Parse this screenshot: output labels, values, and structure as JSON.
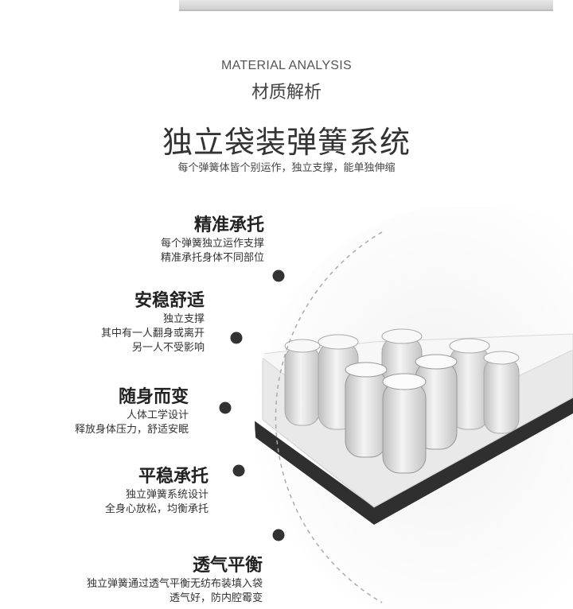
{
  "header": {
    "en": "MATERIAL ANALYSIS",
    "cn": "材质解析"
  },
  "main": {
    "title": "独立袋装弹簧系统",
    "subtitle": "每个弹簧体皆个别运作，独立支撑，能单独伸缩"
  },
  "features": [
    {
      "title": "精准承托",
      "lines": [
        "每个弹簧独立运作支撑",
        "精准承托身体不同部位"
      ]
    },
    {
      "title": "安稳舒适",
      "lines": [
        "独立支撑",
        "其中有一人翻身或离开",
        "另一人不受影响"
      ]
    },
    {
      "title": "随身而变",
      "lines": [
        "人体工学设计",
        "释放身体压力，舒适安眠"
      ]
    },
    {
      "title": "平稳承托",
      "lines": [
        "独立弹簧系统设计",
        "全身心放松，均衡承托"
      ]
    },
    {
      "title": "透气平衡",
      "lines": [
        "独立弹簧通过透气平衡无纺布装填入袋",
        "透气好，防内腔霉变"
      ]
    }
  ],
  "colors": {
    "text": "#333333",
    "dot": "#333333",
    "arc": "#aaaaaa"
  }
}
